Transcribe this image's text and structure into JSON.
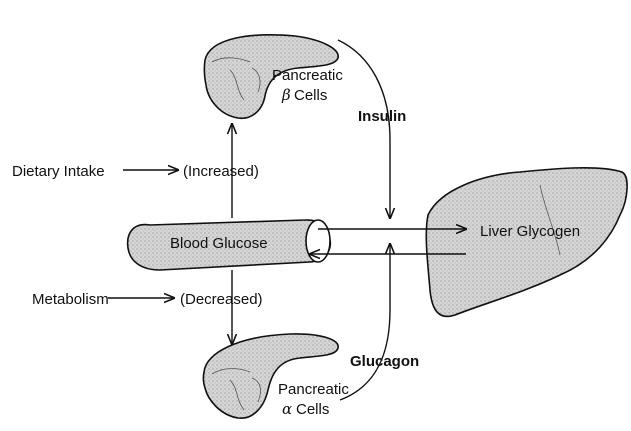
{
  "labels": {
    "beta_line1": "Pancreatic",
    "beta_greek": "β",
    "beta_cells": "Cells",
    "alpha_line1": "Pancreatic",
    "alpha_greek": "α",
    "alpha_cells": "Cells",
    "insulin": "Insulin",
    "glucagon": "Glucagon",
    "dietary_intake": "Dietary Intake",
    "increased": "(Increased)",
    "metabolism": "Metabolism",
    "decreased": "(Decreased)",
    "blood_glucose": "Blood Glucose",
    "liver_glycogen": "Liver Glycogen"
  },
  "colors": {
    "organ_fill": "#cfcfcf",
    "stroke": "#111111"
  }
}
